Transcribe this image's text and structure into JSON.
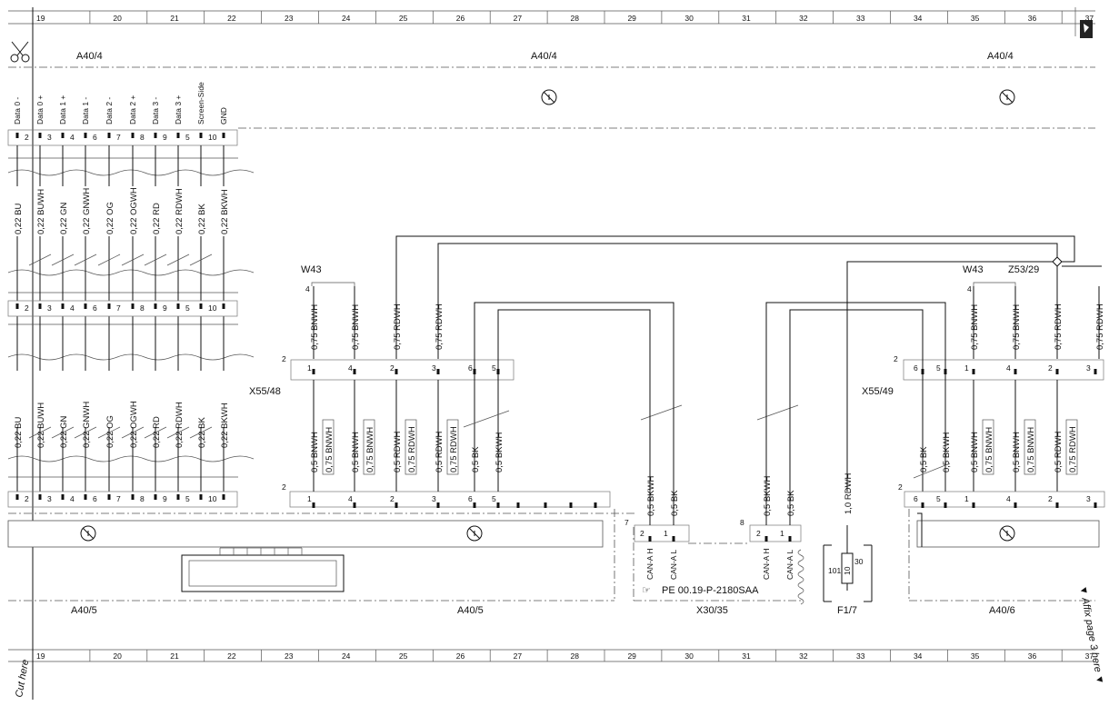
{
  "grid": {
    "top_columns": [
      "19",
      "20",
      "21",
      "22",
      "23",
      "24",
      "25",
      "26",
      "27",
      "28",
      "29",
      "30",
      "31",
      "32",
      "33",
      "34",
      "35",
      "36",
      "37"
    ],
    "bottom_columns": [
      "19",
      "20",
      "21",
      "22",
      "23",
      "24",
      "25",
      "26",
      "27",
      "28",
      "29",
      "30",
      "31",
      "32",
      "33",
      "34",
      "35",
      "36",
      "37"
    ]
  },
  "components": {
    "a40_4_left": "A40/4",
    "a40_4_mid": "A40/4",
    "a40_4_right": "A40/4",
    "a40_5_left": "A40/5",
    "a40_5_mid": "A40/5",
    "a40_6": "A40/6",
    "x30_35": "X30/35",
    "f1_7": "F1/7",
    "x55_48": "X55/48",
    "x55_49": "X55/49",
    "w43_left": "W43",
    "w43_right": "W43",
    "z53_29": "Z53/29"
  },
  "reference": "PE 00.19-P-2180SAA",
  "side_notes": {
    "cut_here": "Cut here",
    "affix": "▼ Affix page 3 here ▼"
  },
  "top_pins": {
    "labels": [
      "Data 0 -",
      "Data 0 +",
      "Data 1 +",
      "Data 1 -",
      "Data 2 -",
      "Data 2 +",
      "Data 3 -",
      "Data 3 +",
      "Screen-Side",
      "GND"
    ],
    "numbers": [
      "2",
      "3",
      "4",
      "6",
      "7",
      "8",
      "9",
      "5",
      "10"
    ]
  },
  "cable_wires": {
    "upper": [
      "0,22 BU",
      "0,22 BUWH",
      "0,22 GN",
      "0,22 GNWH",
      "0,22 OG",
      "0,22 OGWH",
      "0,22 RD",
      "0,22 RDWH",
      "0,22 BK",
      "0,22 BKWH"
    ],
    "lower": [
      "0,22 BU",
      "0,22 BUWH",
      "0,22 GN",
      "0,22 GNWH",
      "0,22 OG",
      "0,22 OGWH",
      "0,22 RD",
      "0,22 RDWH",
      "0,22 BK",
      "0,22 BKWH"
    ]
  },
  "mid_pins": [
    "2",
    "3",
    "4",
    "6",
    "7",
    "8",
    "9",
    "5",
    "10"
  ],
  "bottom_pins": [
    "2",
    "3",
    "4",
    "6",
    "7",
    "8",
    "9",
    "5",
    "10"
  ],
  "x55_48": {
    "group": "2",
    "pins": [
      "1",
      "4",
      "2",
      "3",
      "6",
      "5"
    ],
    "upper_wires": [
      "0,75 BNWH",
      "0,75 BNWH",
      "0,75 RDWH",
      "0,75 RDWH"
    ],
    "lower_wires": [
      "0,5 BNWH",
      "0,75 BNWH",
      "0,5 BNWH",
      "0,75 BNWH",
      "0,5 RDWH",
      "0,75 RDWH",
      "0,5 RDWH",
      "0,75 RDWH",
      "0,5 BK",
      "0,5 BKWH"
    ],
    "w43_pin": "4"
  },
  "a40_5_pins": {
    "group": "2",
    "pins": [
      "1",
      "4",
      "2",
      "3",
      "6",
      "5"
    ]
  },
  "x30_35": {
    "group_left": "7",
    "group_right": "8",
    "pins_left": [
      "2",
      "1"
    ],
    "pins_right": [
      "2",
      "1"
    ],
    "wires": [
      "0,5 BKWH",
      "0,5 BK",
      "0,5 BKWH",
      "0,5 BK"
    ],
    "pin_labels": [
      "CAN-A H",
      "CAN-A L",
      "CAN-A H",
      "CAN-A L"
    ]
  },
  "f1_7": {
    "wire": "1,0 RDWH",
    "pin_a": "101",
    "pin_b": "30",
    "fuse": "10"
  },
  "x55_49": {
    "group": "2",
    "pins": [
      "6",
      "5",
      "1",
      "4",
      "2",
      "3"
    ],
    "upper_wires": [
      "0,75 BNWH",
      "0,75 BNWH",
      "0,75 RDWH",
      "0,75 RDWH"
    ],
    "lower_wires": [
      "0,5 BK",
      "0,5 BKWH",
      "0,5 BNWH",
      "0,75 BNWH",
      "0,5 BNWH",
      "0,75 BNWH",
      "0,5 RDWH",
      "0,75 RDWH",
      "0,5 RDWH",
      "0,75 RDWH"
    ],
    "w43_pin": "4"
  },
  "a40_6_pins": {
    "group": "2",
    "pins": [
      "6",
      "5",
      "1",
      "4",
      "2",
      "3"
    ]
  }
}
